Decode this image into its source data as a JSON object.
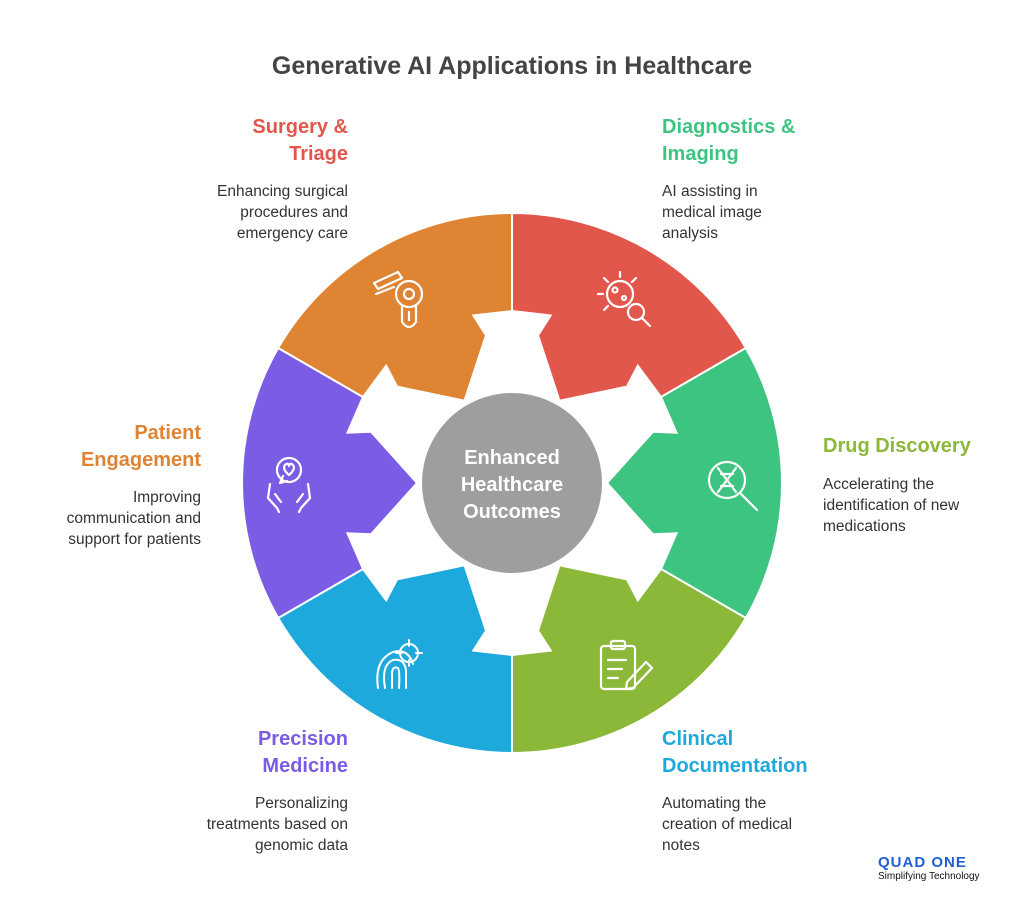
{
  "title": "Generative AI Applications in Healthcare",
  "center": {
    "lines": [
      "Enhanced",
      "Healthcare",
      "Outcomes"
    ],
    "color": "#9e9e9e"
  },
  "segments": [
    {
      "key": "surgery",
      "title_lines": [
        "Surgery &",
        "Triage"
      ],
      "desc_lines": [
        "Enhancing surgical",
        "procedures and",
        "emergency care"
      ],
      "color": "#e2574c",
      "icon": "surgical-robot-icon"
    },
    {
      "key": "diagnostics",
      "title_lines": [
        "Diagnostics &",
        "Imaging"
      ],
      "desc_lines": [
        "AI assisting in",
        "medical image",
        "analysis"
      ],
      "color": "#3ec481",
      "icon": "virus-magnifier-icon"
    },
    {
      "key": "drug",
      "title_lines": [
        "Drug Discovery"
      ],
      "desc_lines": [
        "Accelerating the",
        "identification of new",
        "medications"
      ],
      "color": "#8cb83a",
      "icon": "dna-magnifier-icon"
    },
    {
      "key": "clinical",
      "title_lines": [
        "Clinical",
        "Documentation"
      ],
      "desc_lines": [
        "Automating the",
        "creation of medical",
        "notes"
      ],
      "color": "#1ea9dc",
      "icon": "clipboard-pen-icon"
    },
    {
      "key": "precision",
      "title_lines": [
        "Precision",
        "Medicine"
      ],
      "desc_lines": [
        "Personalizing",
        "treatments based on",
        "genomic data"
      ],
      "color": "#7b5ce5",
      "icon": "fingerprint-target-icon"
    },
    {
      "key": "patient",
      "title_lines": [
        "Patient",
        "Engagement"
      ],
      "desc_lines": [
        "Improving",
        "communication and",
        "support for patients"
      ],
      "color": "#de8432",
      "icon": "hands-heart-icon"
    }
  ],
  "brand": {
    "name": "QUAD ONE",
    "tagline": "Simplifying Technology"
  }
}
